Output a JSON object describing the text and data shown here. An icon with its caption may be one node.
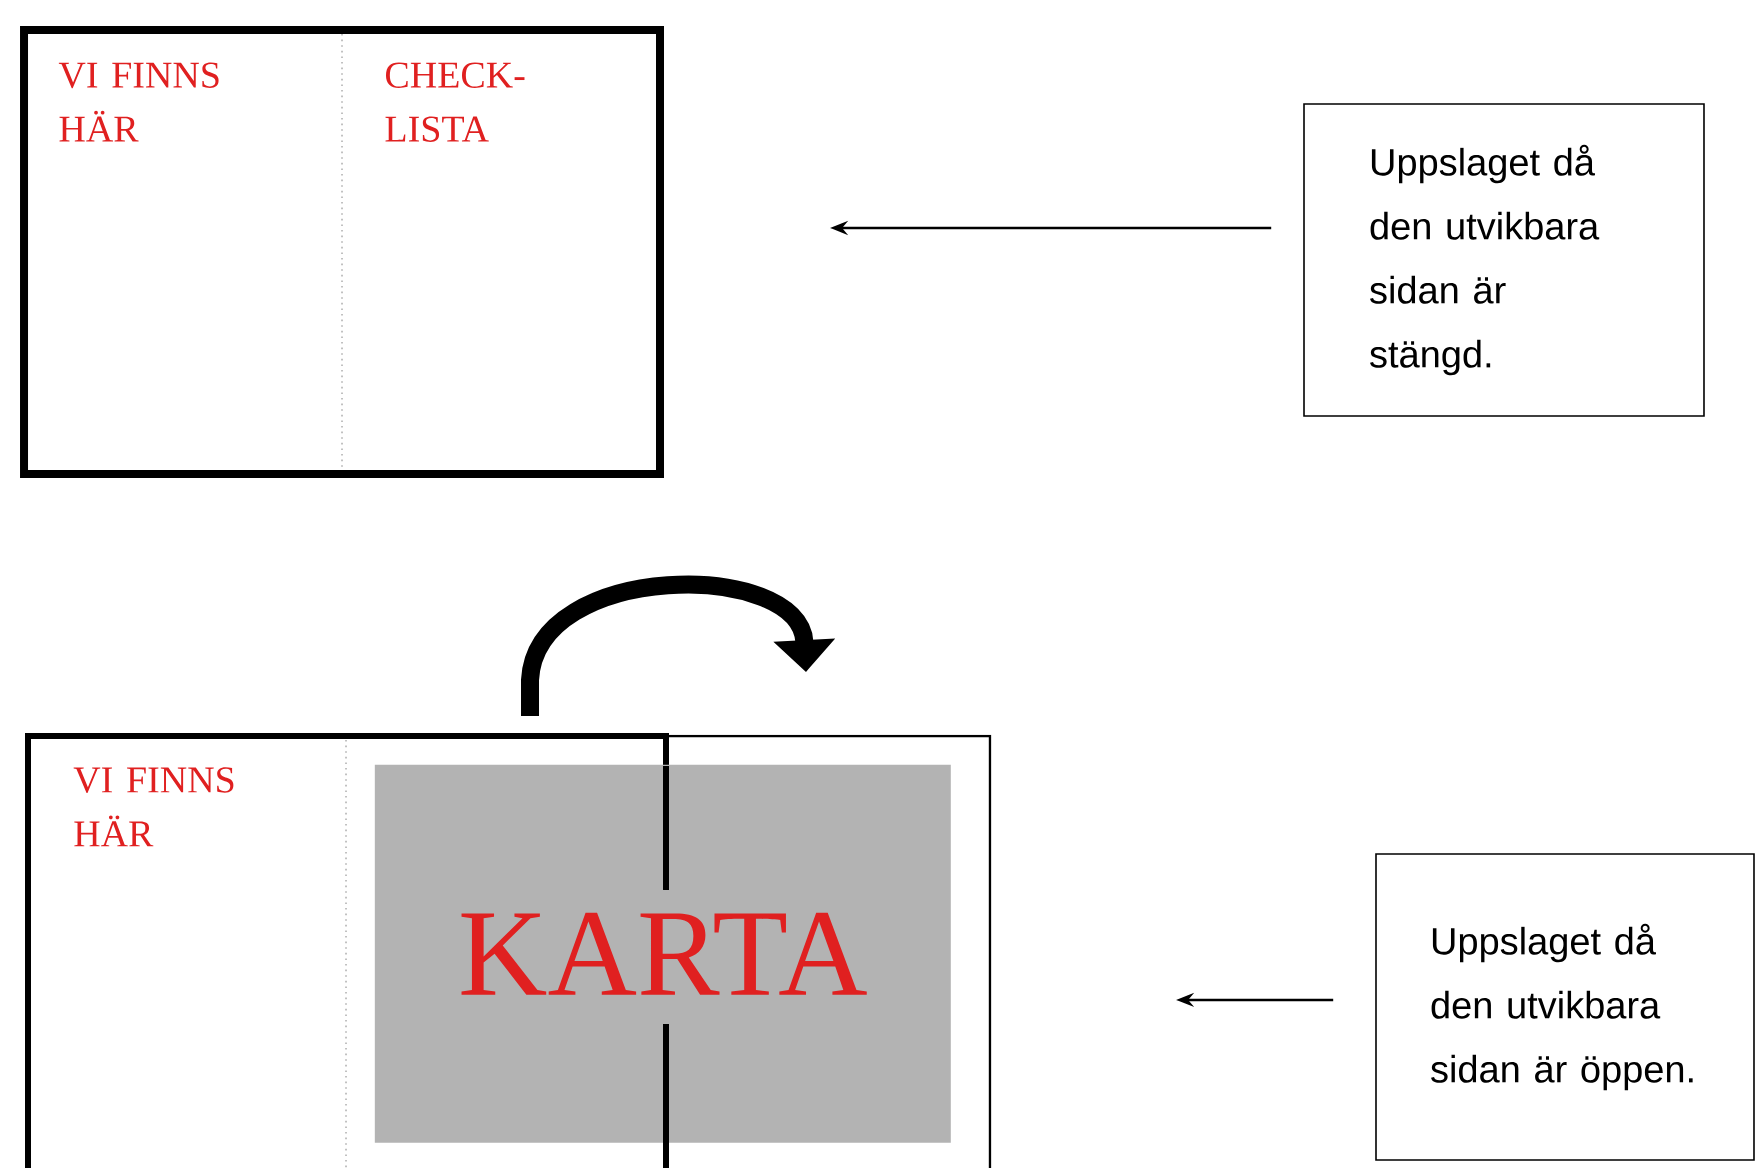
{
  "diagram": {
    "nodes": [
      {
        "text": [],
        "shape": "box"
      },
      {
        "text": [
          "VI FINNS HÄR"
        ],
        "in": 0
      },
      {
        "text": [
          "CHECK-LISTA"
        ],
        "in": 0
      },
      {
        "text": [
          "Uppslaget då den utvikbara sidan är stängd."
        ]
      },
      {
        "text": [],
        "shape": "box"
      },
      {
        "text": [
          "VI FINNS HÄR"
        ],
        "in": 4
      },
      {
        "text": [
          "KARTA"
        ],
        "in": 4
      },
      {
        "text": [
          "Uppslaget då den utvikbara sidan är öppen."
        ]
      }
    ],
    "edges": [
      {
        "from": 3,
        "to": null,
        "arrow": "to"
      },
      {
        "from": 7,
        "to": null,
        "arrow": "to"
      }
    ]
  }
}
